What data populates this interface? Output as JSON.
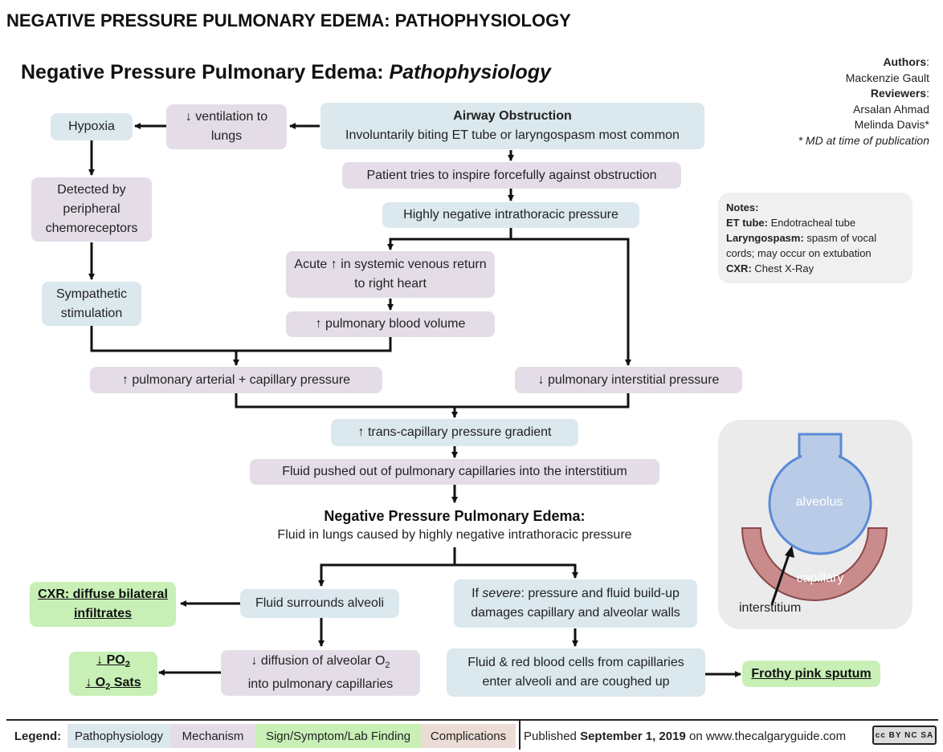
{
  "page_title": "NEGATIVE PRESSURE PULMONARY EDEMA: PATHOPHYSIOLOGY",
  "diagram_title": {
    "main": "Negative Pressure Pulmonary Edema: ",
    "italic": "Pathophysiology"
  },
  "credits": {
    "authors_label": "Authors",
    "authors": [
      "Mackenzie Gault"
    ],
    "reviewers_label": "Reviewers",
    "reviewers": [
      "Arsalan Ahmad",
      "Melinda Davis*"
    ],
    "footnote": "* MD at time of publication"
  },
  "notes": {
    "title": "Notes:",
    "items": [
      {
        "term": "ET tube:",
        "text": " Endotracheal tube"
      },
      {
        "term": "Laryngospasm:",
        "text": " spasm of vocal cords; may occur on extubation"
      },
      {
        "term": "CXR:",
        "text": " Chest X-Ray"
      }
    ]
  },
  "nodes": {
    "airway_title": "Airway Obstruction",
    "airway_sub": "Involuntarily biting ET tube or laryngospasm most common",
    "ventilation": "↓ ventilation to lungs",
    "hypoxia": "Hypoxia",
    "chemoreceptors": "Detected by peripheral chemoreceptors",
    "sympathetic": "Sympathetic stimulation",
    "inspire": "Patient tries to inspire forcefully against obstruction",
    "neg_pressure": "Highly negative intrathoracic pressure",
    "venous_return": "Acute ↑ in systemic venous return to right heart",
    "blood_volume": "↑ pulmonary blood volume",
    "arterial_pressure": "↑ pulmonary arterial + capillary pressure",
    "interstitial_pressure": "↓ pulmonary interstitial pressure",
    "gradient": "↑ trans-capillary pressure gradient",
    "fluid_pushed": "Fluid pushed out of pulmonary capillaries into the interstitium",
    "npe_title": "Negative Pressure Pulmonary Edema:",
    "npe_sub": "Fluid in lungs caused by highly negative intrathoracic pressure",
    "fluid_surrounds": "Fluid surrounds alveoli",
    "cxr": "CXR: diffuse bilateral infiltrates",
    "severe_prefix": "If ",
    "severe_italic": "severe",
    "severe_rest": ": pressure and fluid build-up damages capillary and alveolar walls",
    "diffusion_line1": "↓ diffusion of alveolar O",
    "diffusion_sub": "2",
    "diffusion_line2": "into pulmonary capillaries",
    "po2_line1": "↓ PO",
    "po2_sub": "2",
    "o2sats_line1": "↓ O",
    "o2sats_sub": "2",
    "o2sats_rest": " Sats",
    "red_cells": "Fluid & red blood cells from capillaries enter alveoli and are coughed up",
    "sputum": "Frothy pink sputum"
  },
  "illustration": {
    "alveolus": "alveolus",
    "capillary": "capillary",
    "interstitium": "interstitium"
  },
  "legend": {
    "label": "Legend:",
    "items": [
      "Pathophysiology",
      "Mechanism",
      "Sign/Symptom/Lab Finding",
      "Complications"
    ],
    "published_prefix": "Published ",
    "published_date": "September 1, 2019",
    "published_suffix": " on www.thecalgaryguide.com",
    "license": "cc BY NC SA"
  },
  "colors": {
    "pathophysiology": "#dbe8ee",
    "mechanism": "#e4dde8",
    "sign": "#c8f0b6",
    "complications": "#ecdcd6",
    "alveolus_fill": "#b9cbe6",
    "alveolus_stroke": "#5a8ad6",
    "capillary_fill": "#c98b8b",
    "capillary_stroke": "#8a4a4a"
  }
}
